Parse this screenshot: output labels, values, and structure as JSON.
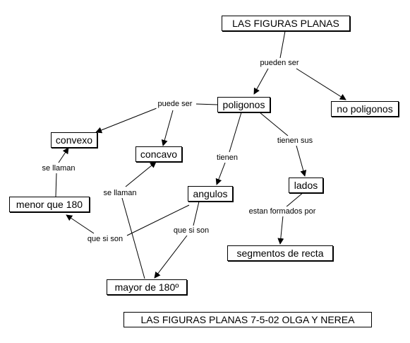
{
  "concept_map": {
    "nodes": {
      "figuras_planas": "LAS FIGURAS PLANAS",
      "poligonos": "poligonos",
      "no_poligonos": "no poligonos",
      "convexo": "convexo",
      "concavo": "concavo",
      "angulos": "angulos",
      "lados": "lados",
      "menor_180": "menor que 180",
      "mayor_180": "mayor de 180º",
      "segmentos": "segmentos de recta",
      "footer": "LAS FIGURAS PLANAS 7-5-02 OLGA Y NEREA"
    },
    "links": {
      "pueden_ser": "pueden ser",
      "puede_ser": "puede ser",
      "tienen": "tienen",
      "tienen_sus": "tienen sus",
      "se_llaman_convexo": "se llaman",
      "se_llaman_concavo": "se llaman",
      "que_si_son_menor": "que si son",
      "que_si_son_mayor": "que si son",
      "estan_formados_por": "estan formados por"
    }
  }
}
